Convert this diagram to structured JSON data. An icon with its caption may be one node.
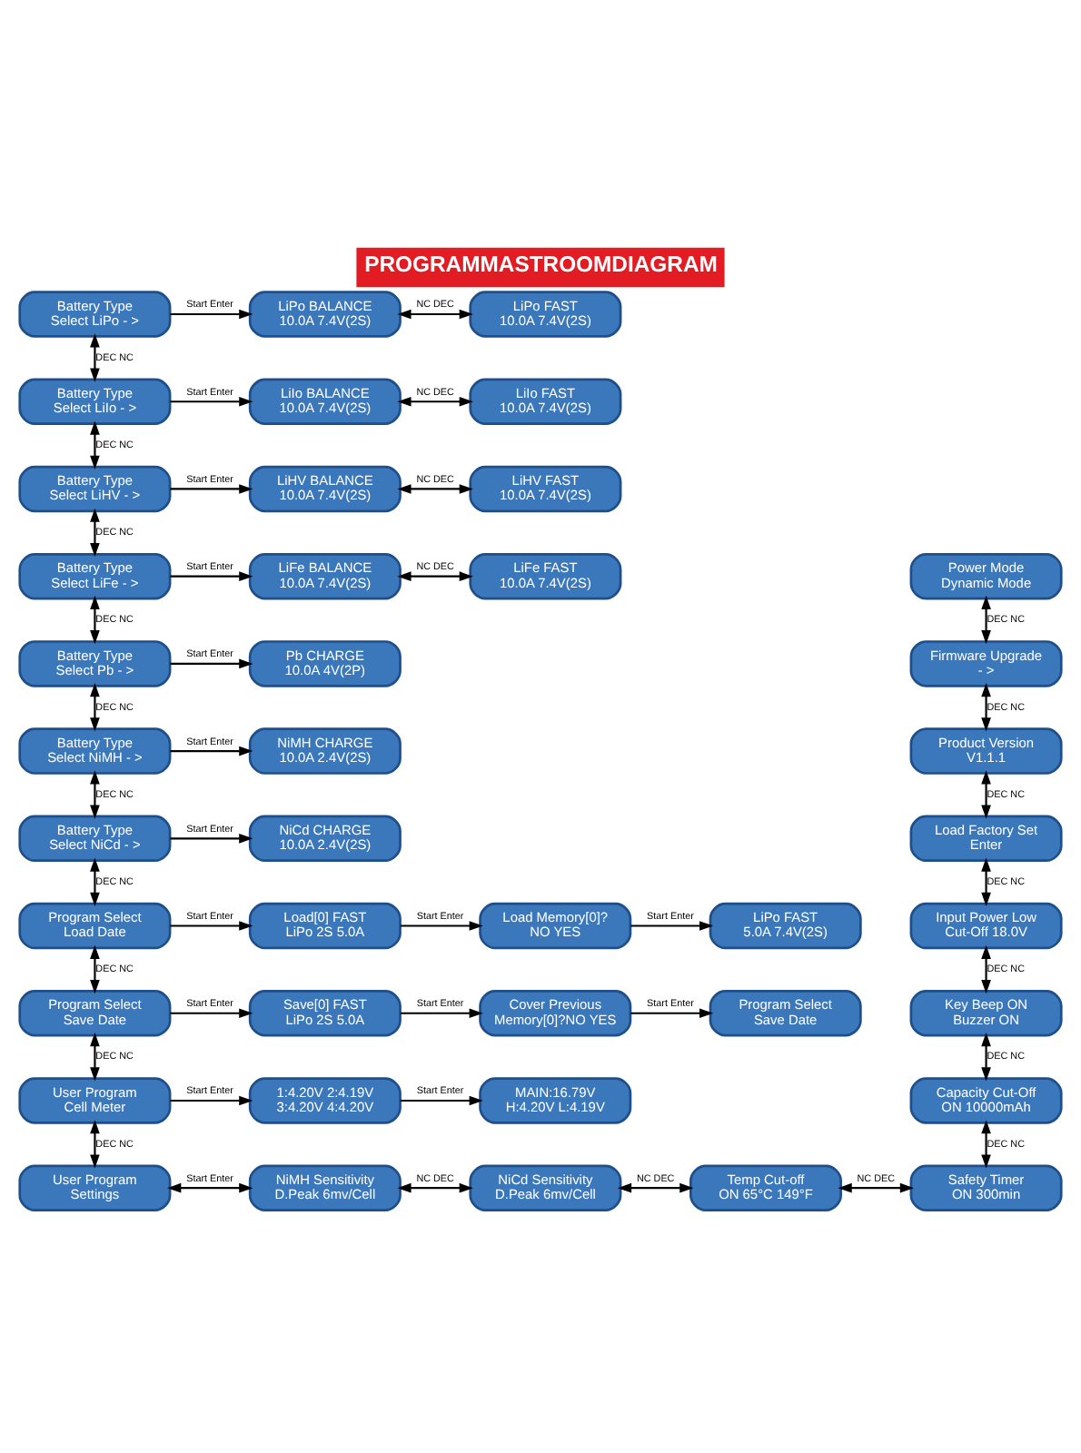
{
  "diagram": {
    "title": "PROGRAMMASTROOMDIAGRAM",
    "nodes": [
      {
        "text": [
          "Battery Type",
          "Select LiPo - >"
        ]
      },
      {
        "text": [
          "LiPo BALANCE",
          "10.0A 7.4V(2S)"
        ]
      },
      {
        "text": [
          "LiPo FAST",
          "10.0A 7.4V(2S)"
        ]
      },
      {
        "text": [
          "Battery Type",
          "Select LiIo - >"
        ]
      },
      {
        "text": [
          "LiIo BALANCE",
          "10.0A 7.4V(2S)"
        ]
      },
      {
        "text": [
          "LiIo FAST",
          "10.0A 7.4V(2S)"
        ]
      },
      {
        "text": [
          "Battery Type",
          "Select LiHV - >"
        ]
      },
      {
        "text": [
          "LiHV BALANCE",
          "10.0A 7.4V(2S)"
        ]
      },
      {
        "text": [
          "LiHV FAST",
          "10.0A 7.4V(2S)"
        ]
      },
      {
        "text": [
          "Battery Type",
          "Select LiFe - >"
        ]
      },
      {
        "text": [
          "LiFe BALANCE",
          "10.0A 7.4V(2S)"
        ]
      },
      {
        "text": [
          "LiFe FAST",
          "10.0A 7.4V(2S)"
        ]
      },
      {
        "text": [
          "Power Mode",
          "Dynamic Mode"
        ]
      },
      {
        "text": [
          "Battery Type",
          "Select Pb - >"
        ]
      },
      {
        "text": [
          "Pb CHARGE",
          "10.0A 4V(2P)"
        ]
      },
      {
        "text": [
          "Firmware Upgrade",
          "- >"
        ]
      },
      {
        "text": [
          "Battery Type",
          "Select NiMH - >"
        ]
      },
      {
        "text": [
          "NiMH CHARGE",
          "10.0A 2.4V(2S)"
        ]
      },
      {
        "text": [
          "Product Version",
          "V1.1.1"
        ]
      },
      {
        "text": [
          "Battery Type",
          "Select NiCd - >"
        ]
      },
      {
        "text": [
          "NiCd CHARGE",
          "10.0A 2.4V(2S)"
        ]
      },
      {
        "text": [
          "Load Factory Set",
          "Enter"
        ]
      },
      {
        "text": [
          "Program Select",
          "Load Date"
        ]
      },
      {
        "text": [
          "Load[0] FAST",
          "LiPo 2S 5.0A"
        ]
      },
      {
        "text": [
          "Load Memory[0]?",
          "NO YES"
        ]
      },
      {
        "text": [
          "LiPo FAST",
          "5.0A 7.4V(2S)"
        ]
      },
      {
        "text": [
          "Input Power Low",
          "Cut-Off 18.0V"
        ]
      },
      {
        "text": [
          "Program Select",
          "Save Date"
        ]
      },
      {
        "text": [
          "Save[0] FAST",
          "LiPo 2S 5.0A"
        ]
      },
      {
        "text": [
          "Cover Previous",
          "Memory[0]?NO YES"
        ]
      },
      {
        "text": [
          "Program Select",
          "Save Date"
        ]
      },
      {
        "text": [
          "Key Beep ON",
          "Buzzer ON"
        ]
      },
      {
        "text": [
          "User Program",
          "Cell Meter"
        ]
      },
      {
        "text": [
          "1:4.20V 2:4.19V",
          "3:4.20V 4:4.20V"
        ]
      },
      {
        "text": [
          "MAIN:16.79V",
          "H:4.20V L:4.19V"
        ]
      },
      {
        "text": [
          "Capacity Cut-Off",
          "ON 10000mAh"
        ]
      },
      {
        "text": [
          "User Program",
          "Settings"
        ]
      },
      {
        "text": [
          "NiMH Sensitivity",
          "D.Peak 6mv/Cell"
        ]
      },
      {
        "text": [
          "NiCd Sensitivity",
          "D.Peak 6mv/Cell"
        ]
      },
      {
        "text": [
          "Temp Cut-off",
          "ON 65°C 149°F"
        ]
      },
      {
        "text": [
          "Safety Timer",
          "ON 300min"
        ]
      }
    ],
    "edges": [
      {
        "from": 0,
        "to": 1,
        "arrow": "to",
        "label": "Start Enter"
      },
      {
        "from": 1,
        "to": 2,
        "arrow": "both",
        "label": "NC DEC"
      },
      {
        "from": 3,
        "to": 4,
        "arrow": "to",
        "label": "Start Enter"
      },
      {
        "from": 4,
        "to": 5,
        "arrow": "both",
        "label": "NC DEC"
      },
      {
        "from": 6,
        "to": 7,
        "arrow": "to",
        "label": "Start Enter"
      },
      {
        "from": 7,
        "to": 8,
        "arrow": "both",
        "label": "NC DEC"
      },
      {
        "from": 9,
        "to": 10,
        "arrow": "to",
        "label": "Start Enter"
      },
      {
        "from": 10,
        "to": 11,
        "arrow": "both",
        "label": "NC DEC"
      },
      {
        "from": 13,
        "to": 14,
        "arrow": "to",
        "label": "Start Enter"
      },
      {
        "from": 16,
        "to": 17,
        "arrow": "to",
        "label": "Start Enter"
      },
      {
        "from": 19,
        "to": 20,
        "arrow": "to",
        "label": "Start Enter"
      },
      {
        "from": 22,
        "to": 23,
        "arrow": "to",
        "label": "Start Enter"
      },
      {
        "from": 23,
        "to": 24,
        "arrow": "to",
        "label": "Start Enter"
      },
      {
        "from": 24,
        "to": 25,
        "arrow": "to",
        "label": "Start Enter"
      },
      {
        "from": 27,
        "to": 28,
        "arrow": "to",
        "label": "Start Enter"
      },
      {
        "from": 28,
        "to": 29,
        "arrow": "to",
        "label": "Start Enter"
      },
      {
        "from": 29,
        "to": 30,
        "arrow": "to",
        "label": "Start Enter"
      },
      {
        "from": 32,
        "to": 33,
        "arrow": "to",
        "label": "Start Enter"
      },
      {
        "from": 33,
        "to": 34,
        "arrow": "to",
        "label": "Start Enter"
      },
      {
        "from": 36,
        "to": 37,
        "arrow": "both",
        "label": "Start Enter"
      },
      {
        "from": 37,
        "to": 38,
        "arrow": "both",
        "label": "NC DEC"
      },
      {
        "from": 38,
        "to": 39,
        "arrow": "both",
        "label": "NC DEC"
      },
      {
        "from": 39,
        "to": 40,
        "arrow": "both",
        "label": "NC DEC"
      },
      {
        "from": 0,
        "to": 3,
        "arrow": "both",
        "label": "DEC NC"
      },
      {
        "from": 3,
        "to": 6,
        "arrow": "both",
        "label": "DEC NC"
      },
      {
        "from": 6,
        "to": 9,
        "arrow": "both",
        "label": "DEC NC"
      },
      {
        "from": 9,
        "to": 13,
        "arrow": "both",
        "label": "DEC NC"
      },
      {
        "from": 13,
        "to": 16,
        "arrow": "both",
        "label": "DEC NC"
      },
      {
        "from": 16,
        "to": 19,
        "arrow": "both",
        "label": "DEC NC"
      },
      {
        "from": 19,
        "to": 22,
        "arrow": "both",
        "label": "DEC NC"
      },
      {
        "from": 22,
        "to": 27,
        "arrow": "both",
        "label": "DEC NC"
      },
      {
        "from": 27,
        "to": 32,
        "arrow": "both",
        "label": "DEC NC"
      },
      {
        "from": 32,
        "to": 36,
        "arrow": "both",
        "label": "DEC NC"
      },
      {
        "from": 12,
        "to": 15,
        "arrow": "both",
        "label": "DEC NC"
      },
      {
        "from": 15,
        "to": 18,
        "arrow": "both",
        "label": "DEC NC"
      },
      {
        "from": 18,
        "to": 21,
        "arrow": "both",
        "label": "DEC NC"
      },
      {
        "from": 21,
        "to": 26,
        "arrow": "both",
        "label": "DEC NC"
      },
      {
        "from": 26,
        "to": 31,
        "arrow": "both",
        "label": "DEC NC"
      },
      {
        "from": 31,
        "to": 35,
        "arrow": "both",
        "label": "DEC NC"
      },
      {
        "from": 35,
        "to": 40,
        "arrow": "both",
        "label": "DEC NC"
      }
    ]
  }
}
